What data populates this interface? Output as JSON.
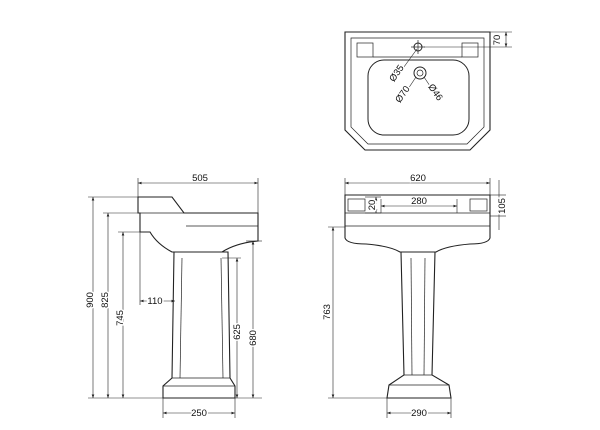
{
  "plan_view": {
    "back_ledge": "70",
    "tap_hole": "Ø35",
    "waste": "Ø70",
    "overflow": "Ø46"
  },
  "side_view": {
    "depth": "505",
    "height_total": "900",
    "height_rim": "825",
    "height_underside": "745",
    "setback": "110",
    "pedestal_height_back": "625",
    "pedestal_height_front": "680",
    "pedestal_base": "250"
  },
  "front_view": {
    "width": "620",
    "rim_depth": "20",
    "tap_spacing": "280",
    "basin_depth": "105",
    "underside_height": "763",
    "pedestal_base": "290"
  }
}
